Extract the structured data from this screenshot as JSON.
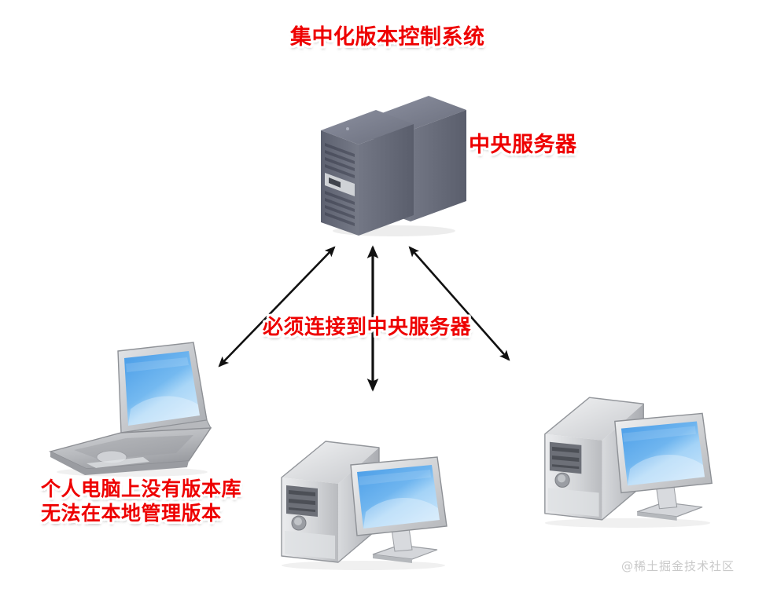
{
  "diagram": {
    "title": "集中化版本控制系统",
    "background_color": "#ffffff",
    "label_color": "#ee0000",
    "label_outline_color": "#ffffff",
    "watermark": "@稀土掘金技术社区",
    "watermark_color": "#c9c9c9"
  },
  "labels": {
    "title": "集中化版本控制系统",
    "central_server": "中央服务器",
    "must_connect": "必须连接到中央服务器",
    "no_local_repo_line1": "个人电脑上没有版本库",
    "no_local_repo_line2": "无法在本地管理版本"
  },
  "nodes": [
    {
      "id": "central-server",
      "icon": "server-tower-icon",
      "label": "中央服务器",
      "count": 2,
      "color": "#6a6e7c",
      "position": "top-center"
    },
    {
      "id": "client-laptop",
      "icon": "laptop-icon",
      "label": "个人电脑上没有版本库",
      "color": "#b9bcc0",
      "screen_color": "#6fb5ef",
      "position": "bottom-left"
    },
    {
      "id": "client-desktop-center",
      "icon": "desktop-computer-icon",
      "color": "#d8dadd",
      "screen_color": "#6fb5ef",
      "position": "bottom-center"
    },
    {
      "id": "client-desktop-right",
      "icon": "desktop-computer-icon",
      "color": "#d8dadd",
      "screen_color": "#6fb5ef",
      "position": "bottom-right"
    }
  ],
  "connections": [
    {
      "id": "arrow-server-laptop",
      "icon": "double-arrow-icon",
      "from": "central-server",
      "to": "client-laptop",
      "direction": "bidirectional",
      "color": "#111111"
    },
    {
      "id": "arrow-server-desktop-center",
      "icon": "double-arrow-icon",
      "from": "central-server",
      "to": "client-desktop-center",
      "direction": "bidirectional",
      "color": "#111111"
    },
    {
      "id": "arrow-server-desktop-right",
      "icon": "double-arrow-icon",
      "from": "central-server",
      "to": "client-desktop-right",
      "direction": "bidirectional",
      "color": "#111111"
    }
  ]
}
